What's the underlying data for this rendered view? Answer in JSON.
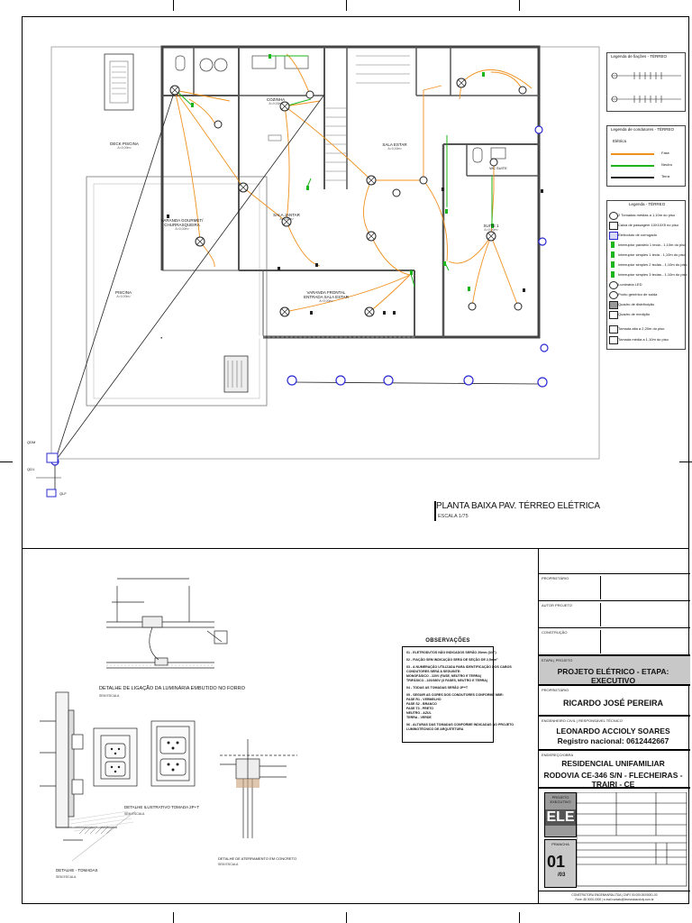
{
  "drawing": {
    "plan_title": "PLANTA BAIXA PAV. TÉRREO ELÉTRICA",
    "plan_scale": "ESCALA 1/75",
    "rooms": [
      {
        "name": "DECK PISCINA",
        "sub": "A=0,00m²"
      },
      {
        "name": "VARANDA GOURMET/ CHURRASQUEIRA",
        "sub": "A=0,00m²"
      },
      {
        "name": "PISCINA",
        "sub": "A=0,00m²"
      },
      {
        "name": "COZINHA",
        "sub": "A=0,00m²"
      },
      {
        "name": "SALA ESTAR",
        "sub": "A=0,00m²"
      },
      {
        "name": "SALA JANTAR",
        "sub": "A=0,00m²"
      },
      {
        "name": "SUITE 1",
        "sub": "A=0,00m²"
      },
      {
        "name": "VARANDA FRONTAL ENTRADA SALA ESTAR",
        "sub": "A=0,00m²"
      },
      {
        "name": "WC SUITE",
        "sub": "A=0,00m²"
      }
    ],
    "meter_labels": [
      "QDM",
      "QD1",
      "QLF"
    ]
  },
  "legends": {
    "legend1_title": "Legenda de fiações - TÉRREO",
    "legend2_title": "Legenda de condutores - TÉRREO",
    "legend2_head": "Elétrica",
    "legend2_rows": [
      "Fase",
      "Neutro",
      "Terra"
    ],
    "legend3_title": "Legenda - TÉRREO",
    "legend3_rows": [
      "2 Tomadas médias a 1,10m do piso",
      "Caixa de passagem 10X10X5 no piso",
      "Eletroduto de corrugado",
      "Interruptor paralelo 1 tecla - 1,10m do piso",
      "Interruptor simples 1 tecla - 1,10m do piso",
      "Interruptor simples 2 teclas - 1,10m do piso",
      "Interruptor simples 3 teclas - 1,10m do piso",
      "Luminária LED",
      "Ponto genérico de saída",
      "Quadro de distribuição",
      "Quadro de medição",
      "Tomada alta a 2,20m do piso",
      "Tomada média a 1,10m do piso"
    ]
  },
  "details": {
    "detail1_title": "DETALHE DE LIGAÇÃO DA LUMINÁRIA EMBUTIDO NO FORRO",
    "detail1_scale": "SEM ESCALA",
    "detail2_title": "DETALHE ILUSTRATIVO TOMADA 2P+T",
    "detail2_scale": "SEM ESCALA",
    "detail3_title": "DETALHE - TOMADAS",
    "detail3_scale": "SEM ESCALA",
    "detail4_title": "DETALHE DE ATERRAMENTO EM CONCRETO",
    "detail4_scale": "SEM ESCALA"
  },
  "observacoes": {
    "title": "OBSERVAÇÕES",
    "lines": [
      "01 - ELETRODUTOS NÃO INDICADOS SERÃO 20mm (3/4\")",
      "02 - FIAÇÃO SEM INDICAÇÃO SERÁ DE SEÇÃO DE 2,5mm²",
      "03 - A NUMERAÇÃO UTILIZADA PARA IDENTIFICAÇÃO DOS CABOS",
      "      CONDUTORES SERÁ A SEGUINTE:",
      "      MONOFÁSICO - 220V (FASE, NEUTRO E TERRA)",
      "      TRIFÁSICO - 220/380V (3 FASES, NEUTRO E TERRA)",
      "04 - TODAS AS TOMADAS SERÃO 2P+T",
      "05 - SEGUIR AS CORES DOS CONDUTORES CONFORME NBR:",
      "      FASE R1 - VERMELHO",
      "      FASE S2 - BRANCO",
      "      FASE T3 - PRETO",
      "      NEUTRO - AZUL",
      "      TERRA - VERDE",
      "06 - ALTURAS DAS TOMADAS CONFORME INDICADAS NO PROJETO",
      "      LUMINOTÉCNICO DE ARQUITETURA"
    ]
  },
  "title_block": {
    "proprietario_label": "PROPRIETÁRIO",
    "autor_label": "AUTOR PROJETO",
    "construcao_label": "CONSTRUÇÃO",
    "etapa_label": "ETAPA | PROJETO",
    "etapa_value": "PROJETO ELÉTRICO - ETAPA: EXECUTIVO",
    "proprietario2_label": "PROPRIETÁRIO",
    "owner_name": "RICARDO JOSÉ PEREIRA",
    "engineer_label": "ENGENHEIRO CIVIL | RESPONSÁVEL TÉCNICO",
    "engineer_name": "LEONARDO ACCIOLY SOARES",
    "engineer_reg": "Registro nacional: 0612442667",
    "endereco_label": "ENDEREÇO/OBRA",
    "work_name": "RESIDENCIAL UNIFAMILIAR",
    "work_address": "RODOVIA CE-346 S/N - FLECHEIRAS - TRAIRI - CE",
    "code_top": "PROJETO EXECUTIVO",
    "code": "ELE",
    "prancha_label": "PRANCHA",
    "sheet_num": "01",
    "sheet_total": "/03",
    "footer1": "CONSTRUTORA ENGENHARIA LTDA | CNPJ 00.000.000/0001-00",
    "footer2": "Fone: 85 0000-0000 | e-mail contato@leonardoaccioly.com.br"
  }
}
